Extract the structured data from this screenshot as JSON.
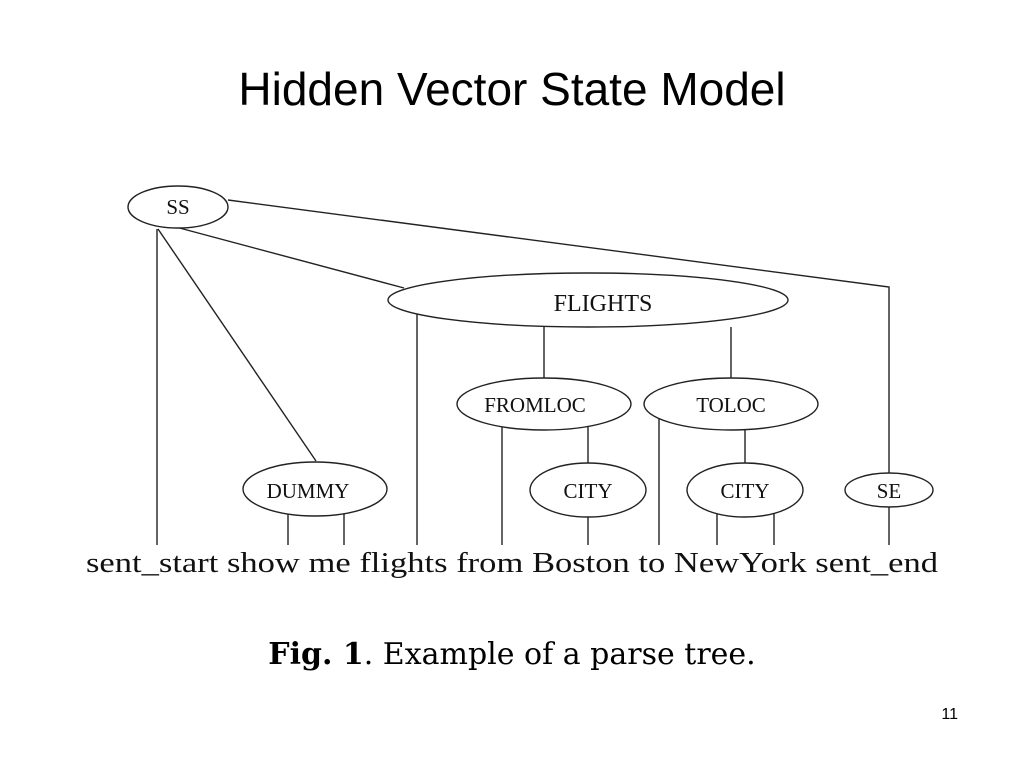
{
  "slide": {
    "title": "Hidden Vector State Model",
    "page_number": "11"
  },
  "tree": {
    "nodes": {
      "ss": "SS",
      "flights": "FLIGHTS",
      "fromloc": "FROMLOC",
      "toloc": "TOLOC",
      "dummy": "DUMMY",
      "city_from": "CITY",
      "city_to": "CITY",
      "se": "SE"
    },
    "sentence": "sent_start show me flights from Boston to NewYork sent_end"
  },
  "caption": {
    "label": "Fig. 1",
    "text": ". Example of a parse tree."
  }
}
